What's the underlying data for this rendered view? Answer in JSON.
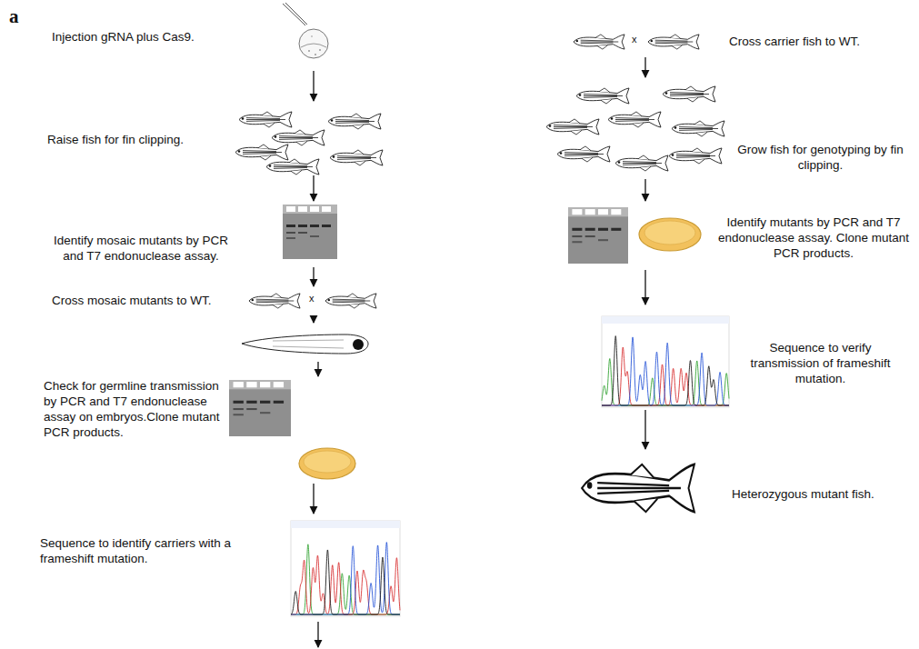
{
  "diagram": {
    "nodes": [
      {
        "text": [
          "Injection gRNA plus Cas9."
        ]
      },
      {
        "text": [
          "Raise fish for fin clipping."
        ]
      },
      {
        "text": [
          "Identify mosaic mutants by PCR and T7 endonuclease assay."
        ]
      },
      {
        "text": [
          "Cross mosaic mutants to WT."
        ]
      },
      {
        "text": [
          "Check for germline transmission by PCR and T7 endonuclease assay on embryos.Clone mutant PCR products."
        ]
      },
      {
        "text": [
          "Sequence to identify carriers with a frameshift mutation."
        ]
      },
      {
        "text": [
          "Cross carrier fish to WT."
        ]
      },
      {
        "text": [
          "Grow fish for genotyping by fin clipping."
        ]
      },
      {
        "text": [
          "Identify mutants by PCR and T7 endonuclease assay. Clone mutant PCR products."
        ]
      },
      {
        "text": [
          "Sequence to verify transmission of frameshift mutation."
        ]
      },
      {
        "text": [
          "Heterozygous mutant fish."
        ]
      }
    ],
    "edges": [
      {
        "from": 0,
        "to": 1,
        "arrow": "to"
      },
      {
        "from": 1,
        "to": 2,
        "arrow": "to"
      },
      {
        "from": 2,
        "to": 3,
        "arrow": "to"
      },
      {
        "from": 3,
        "to": 4,
        "arrow": "to"
      },
      {
        "from": 4,
        "to": 5,
        "arrow": "to"
      },
      {
        "from": 6,
        "to": 7,
        "arrow": "to"
      },
      {
        "from": 7,
        "to": 8,
        "arrow": "to"
      },
      {
        "from": 8,
        "to": 9,
        "arrow": "to"
      },
      {
        "from": 9,
        "to": 10,
        "arrow": "to"
      }
    ],
    "labels": [
      "a",
      "x",
      "x"
    ]
  }
}
